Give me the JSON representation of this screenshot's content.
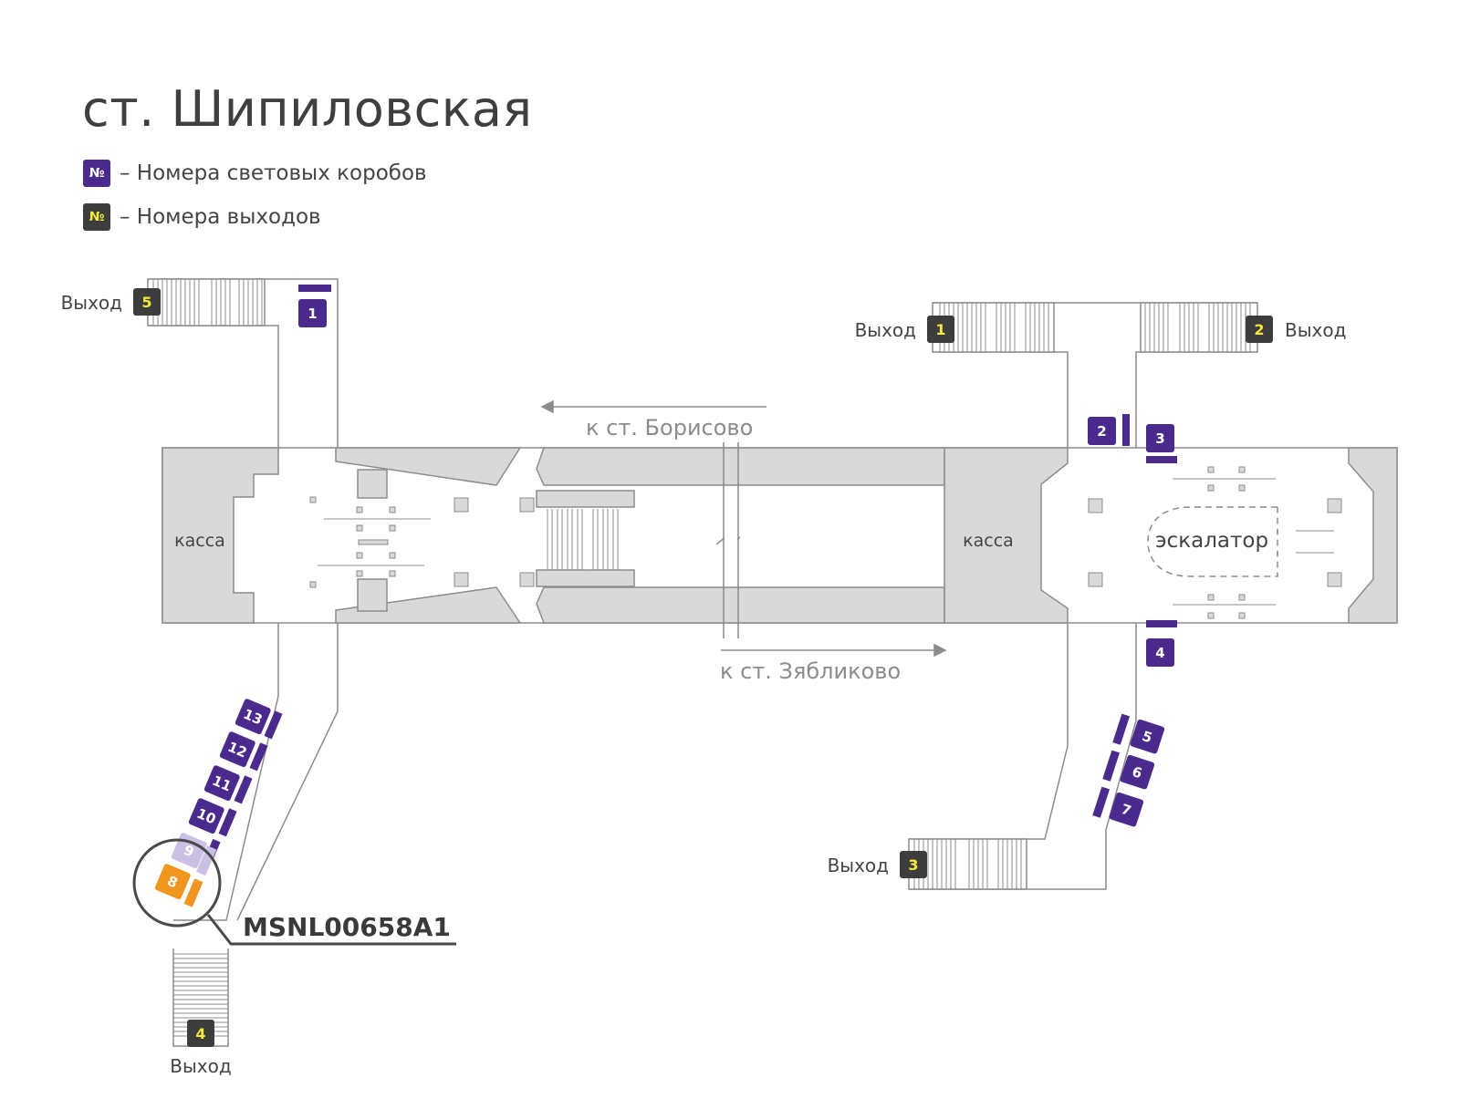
{
  "title": "ст. Шипиловская",
  "legend": {
    "box_symbol": "№",
    "box_text": "– Номера световых коробов",
    "exit_symbol": "№",
    "exit_text": "– Номера выходов"
  },
  "colors": {
    "box": "#4a2a8c",
    "box_faded": "#cbbfe4",
    "exit_badge": "#3d3d3d",
    "exit_digit": "#f6e83b",
    "highlight": "#f0961e",
    "wall": "#d9d9d9",
    "line": "#8c8c8c"
  },
  "rooms": {
    "kassa_left": "касса",
    "kassa_right": "касса",
    "escalator": "эскалатор"
  },
  "directions": {
    "to_borisovo": "к ст. Борисово",
    "to_zyablikovo": "к ст. Зябликово"
  },
  "exits": [
    {
      "num": "5",
      "label": "Выход"
    },
    {
      "num": "1",
      "label": "Выход"
    },
    {
      "num": "2",
      "label": "Выход"
    },
    {
      "num": "3",
      "label": "Выход"
    },
    {
      "num": "4",
      "label": "Выход"
    }
  ],
  "lightboxes": [
    "1",
    "2",
    "3",
    "4",
    "5",
    "6",
    "7",
    "8",
    "9",
    "10",
    "11",
    "12",
    "13"
  ],
  "highlighted_box": "8",
  "callout_code": "MSNL00658A1"
}
